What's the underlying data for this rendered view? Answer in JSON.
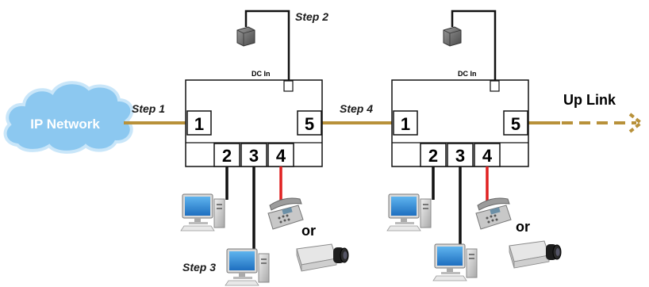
{
  "labels": {
    "ip_network": "IP Network",
    "step1": "Step 1",
    "step2": "Step 2",
    "step3": "Step 3",
    "step4": "Step 4",
    "up_link": "Up Link",
    "dc_in": "DC In",
    "or": "or"
  },
  "ports": [
    "1",
    "2",
    "3",
    "4",
    "5"
  ],
  "colors": {
    "cable": "#b8913a",
    "poe_line": "#e02020",
    "data_line": "#111111",
    "cloud": "#8cc8f0",
    "cloud_edge": "#c9e6f9",
    "box_border": "#111111"
  },
  "icons": [
    "cloud-icon",
    "power-adapter-icon",
    "desktop-computer-icon",
    "ip-phone-icon",
    "ip-camera-icon"
  ]
}
